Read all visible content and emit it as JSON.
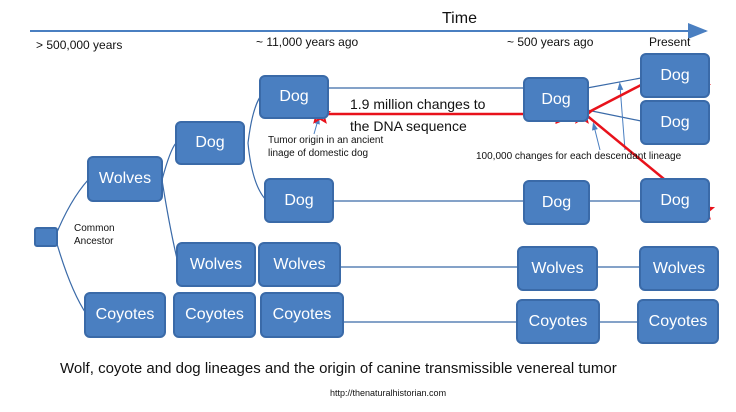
{
  "axis": {
    "label": "Time",
    "ticks": [
      "> 500,000 years",
      "~ 11,000 years ago",
      "~ 500 years ago",
      "Present"
    ]
  },
  "nodes": {
    "ancestor_label": "Common\nAncestor",
    "wolves_root": "Wolves",
    "dog_root": "Dog",
    "dog_top": "Dog",
    "dog_mid": "Dog",
    "wolves_mid": "Wolves",
    "wolves_mid2": "Wolves",
    "coyotes_root": "Coyotes",
    "coyotes_mid": "Coyotes",
    "coyotes_mid2": "Coyotes",
    "dog_500_top": "Dog",
    "dog_500_mid": "Dog",
    "wolves_500": "Wolves",
    "coyotes_500": "Coyotes",
    "dog_present_1": "Dog",
    "dog_present_2": "Dog",
    "dog_present_3": "Dog",
    "wolves_present": "Wolves",
    "coyotes_present": "Coyotes"
  },
  "annotations": {
    "changes_line1": "1.9 million changes to",
    "changes_line2": "the DNA sequence",
    "tumor_origin_line1": "Tumor origin in an ancient",
    "tumor_origin_line2": "linage of domestic dog",
    "descendant_changes": "100,000 changes for each descendant lineage"
  },
  "caption": "Wolf, coyote and dog lineages and the origin of canine transmissible venereal tumor",
  "source": "http://thenaturalhistorian.com",
  "colors": {
    "node_fill": "#4a7fc1",
    "node_border": "#3a6aa8",
    "line": "#4a7fc1",
    "arrow_red": "#e8121b",
    "axis_arrow": "#4a7fc1"
  }
}
